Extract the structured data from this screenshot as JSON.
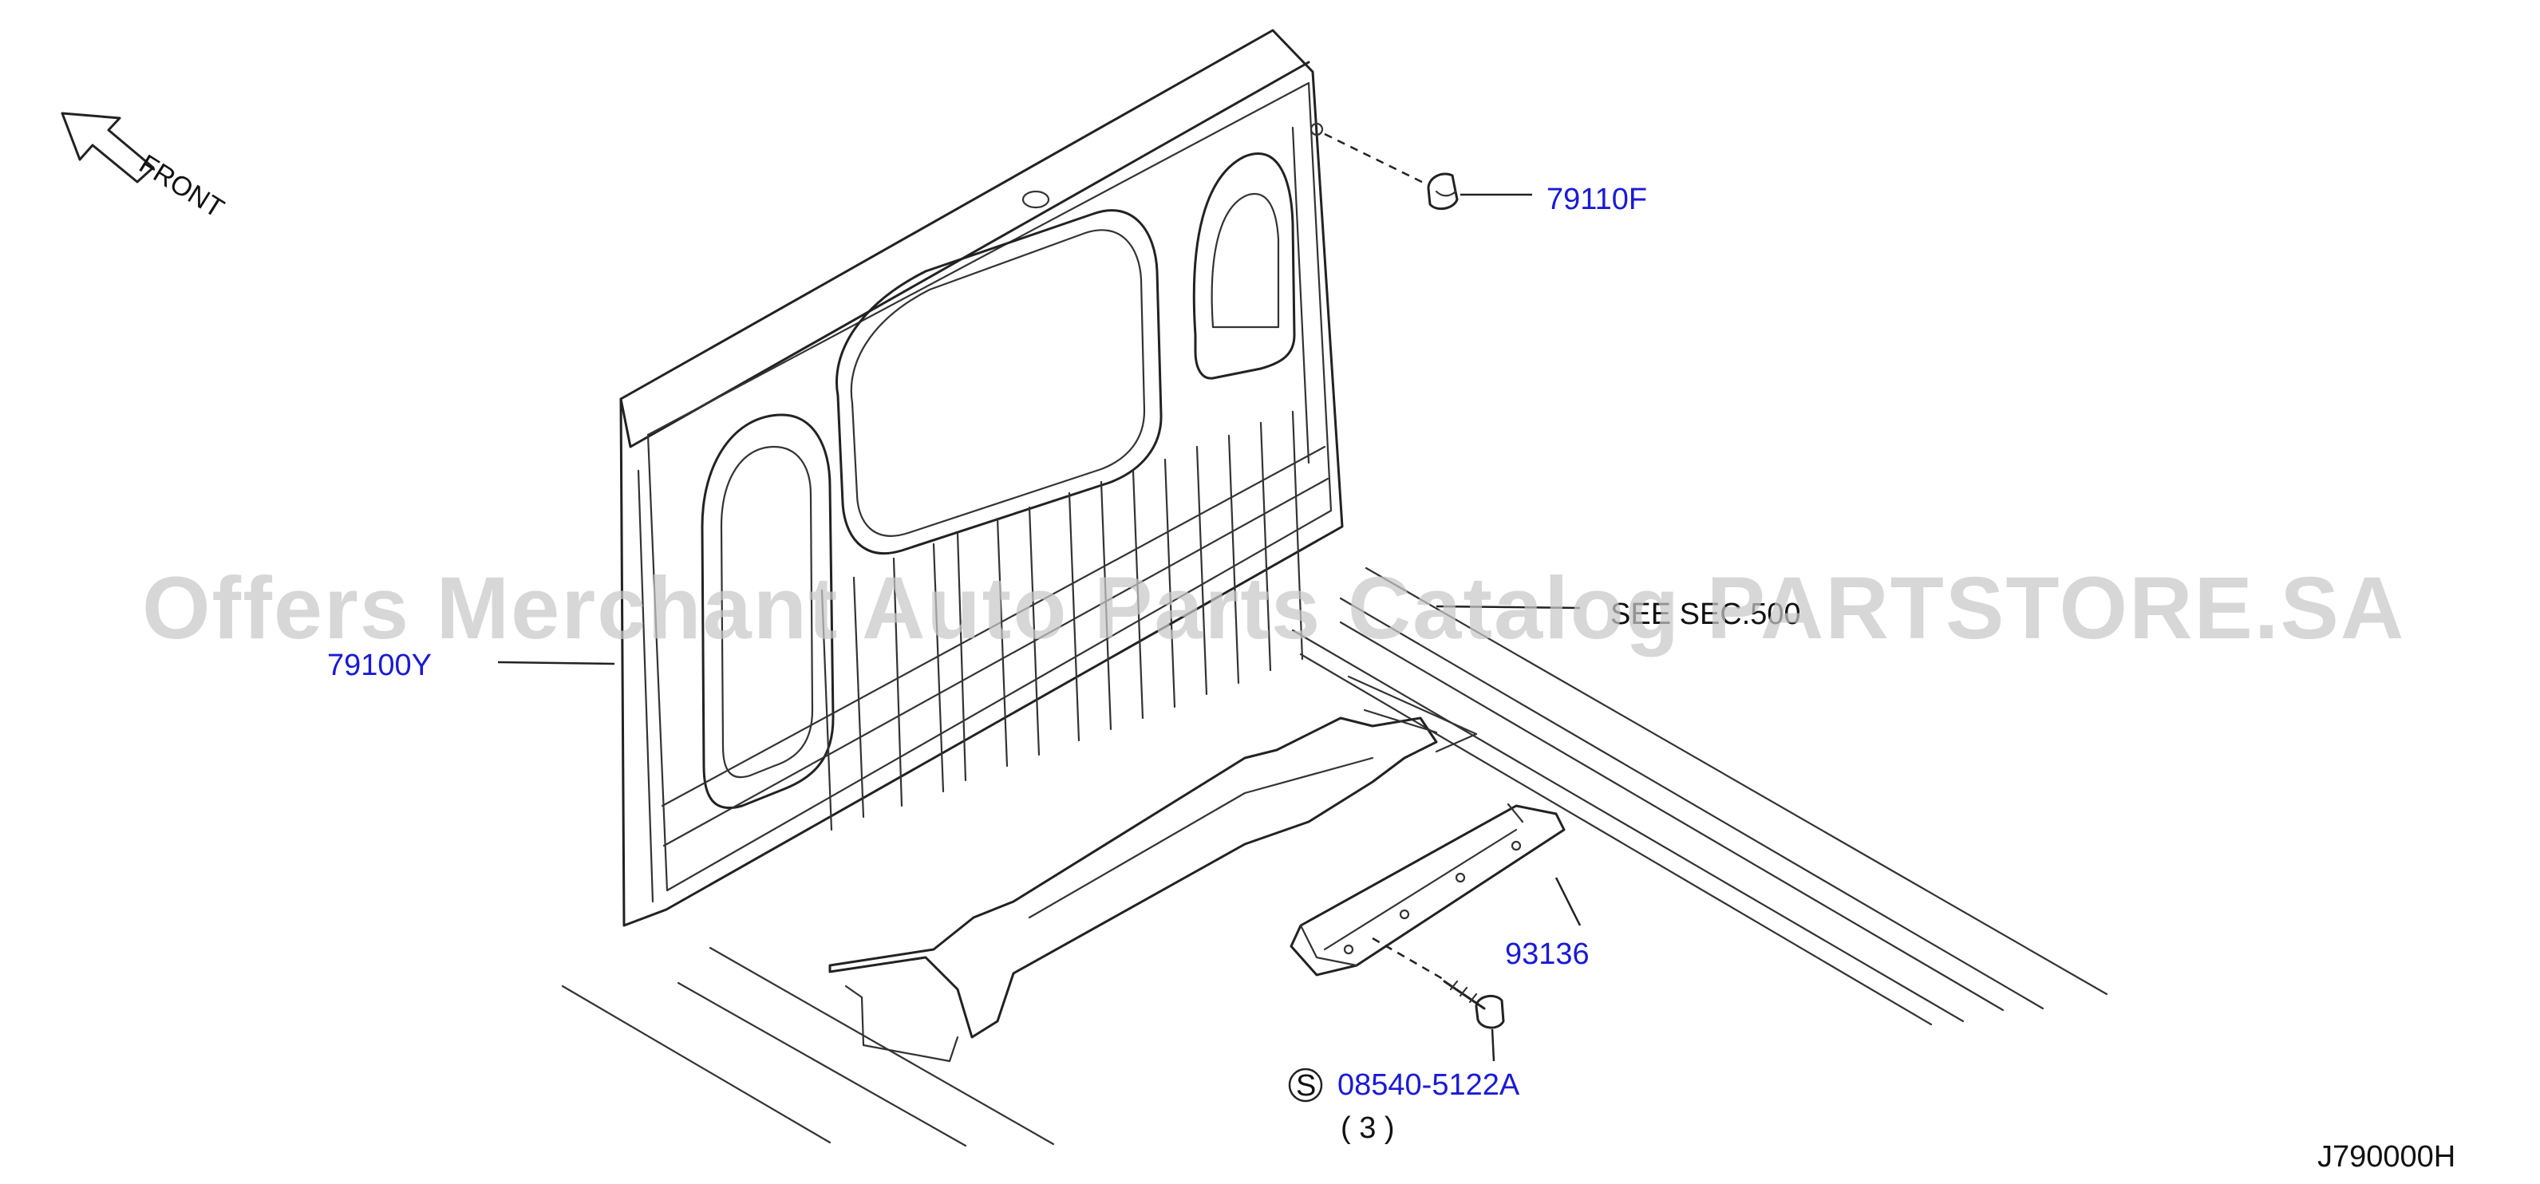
{
  "orientation": {
    "label": "FRONT"
  },
  "callouts": {
    "clip": {
      "part_number": "79110F"
    },
    "panel": {
      "part_number": "79100Y"
    },
    "bracket": {
      "part_number": "93136"
    },
    "bolt": {
      "part_number": "08540-5122A",
      "symbol": "S",
      "quantity": "( 3 )"
    },
    "see_section": {
      "text": "SEE SEC.500"
    }
  },
  "diagram_code": "J790000H",
  "watermark": "Offers Merchant Auto Parts Catalog PARTSTORE.SA",
  "colors": {
    "link": "#1a1ad6",
    "line": "#222222",
    "watermark": "#c8c8c8"
  }
}
